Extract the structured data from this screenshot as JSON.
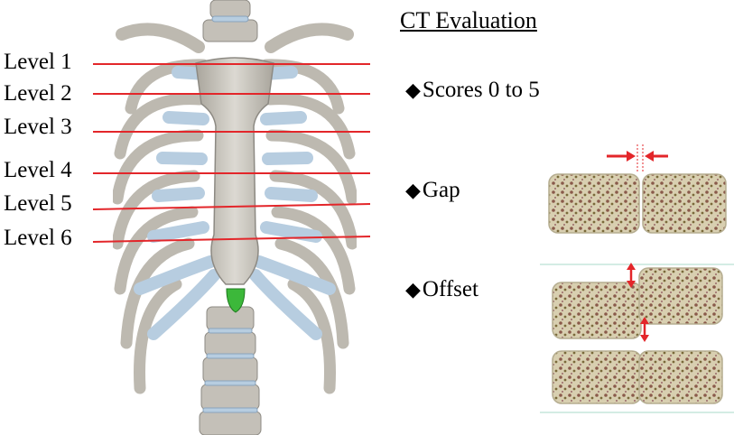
{
  "levels": [
    "Level 1",
    "Level 2",
    "Level 3",
    "Level 4",
    "Level 5",
    "Level 6"
  ],
  "title": "CT Evaluation",
  "criteria": [
    {
      "bullet": "◆",
      "label": "Scores 0 to 5"
    },
    {
      "bullet": "◆",
      "label": "Gap"
    },
    {
      "bullet": "◆",
      "label": "Offset"
    }
  ],
  "colors": {
    "level_line": "#e3262a",
    "arrow": "#e3262a",
    "bone": "#c9c5bc",
    "cartilage": "#b7cde0",
    "xiphoid": "#3cb83a",
    "guide_line": "#a8d9c9",
    "sternum_block": "#cfc7aa"
  }
}
